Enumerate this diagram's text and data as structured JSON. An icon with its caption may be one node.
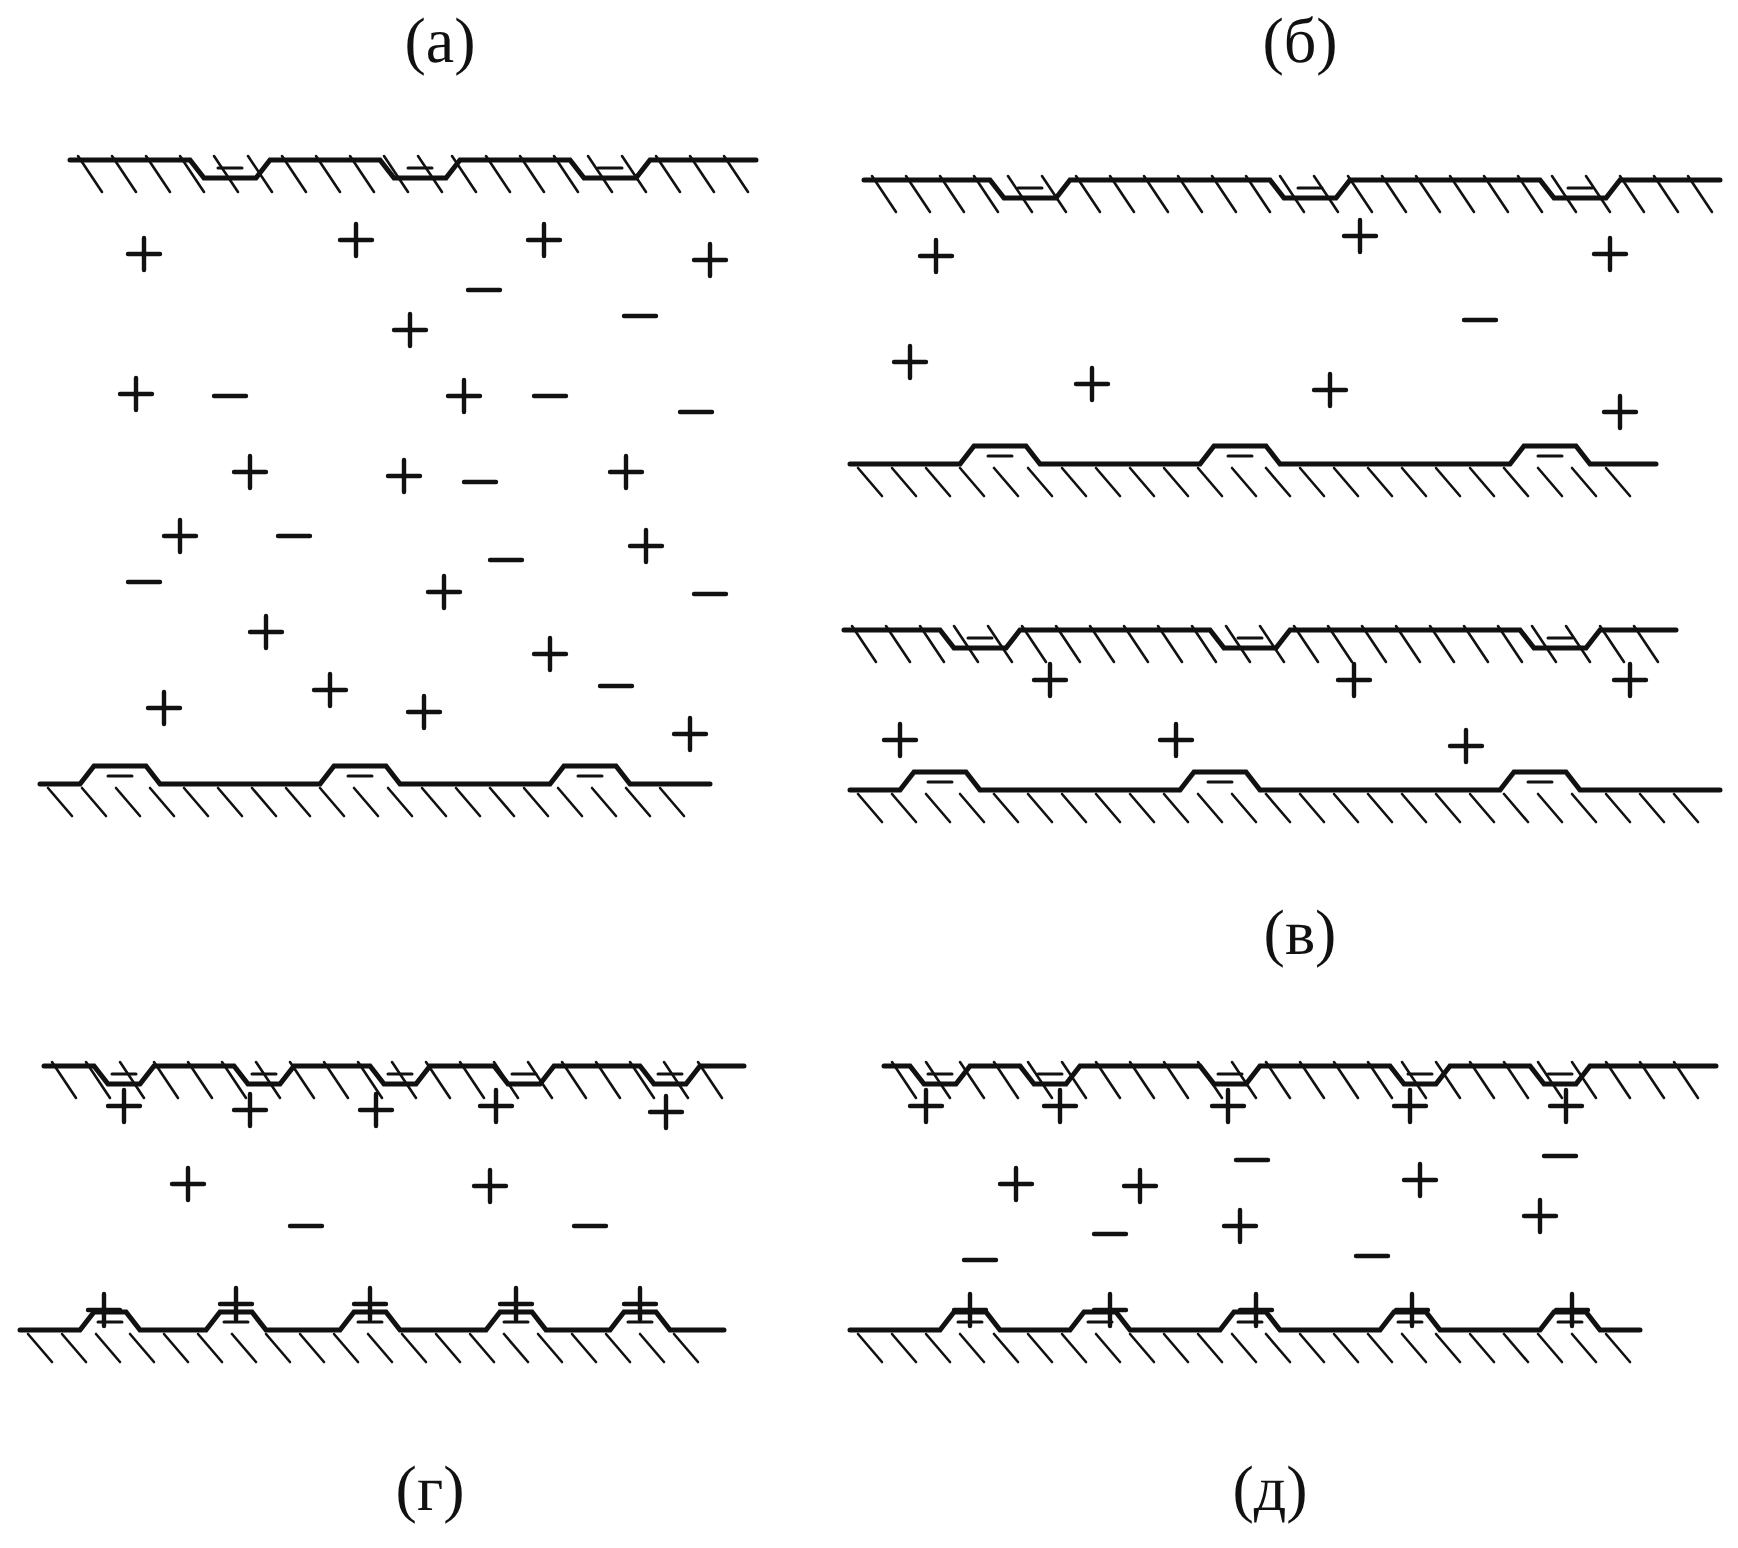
{
  "diagram": {
    "labels": [
      "(а)",
      "(б)",
      "(в)",
      "(г)",
      "(д)"
    ]
  }
}
